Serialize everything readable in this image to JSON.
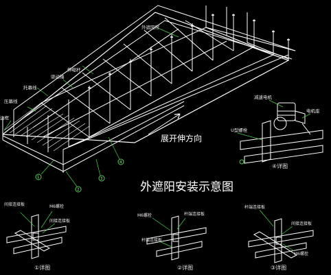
{
  "title": "外遮阳安装示意图",
  "direction_label": "展开伸方向",
  "main_frame_labels": {
    "top": "外遮阳帘",
    "a": "伸缩杆",
    "b": "驱动轴",
    "c": "托幕线",
    "d": "压幕线",
    "e": "边框"
  },
  "callout_numbers": [
    "1",
    "2",
    "3",
    "4"
  ],
  "detail_motor": {
    "label_gear": "减速电机",
    "label_motor": "电机座",
    "label_bolt": "U型螺栓",
    "caption": "④详图"
  },
  "detail_1": {
    "label_a": "间接连接板",
    "label_b": "M6螺栓",
    "label_c": "间接连接板",
    "caption": "①详图"
  },
  "detail_2": {
    "label_a": "M6螺栓",
    "label_b": "杆端连接板",
    "label_c": "杆端连接板",
    "caption": "②详图"
  },
  "detail_3": {
    "label_a": "杆端连接板",
    "label_b": "间接连接板",
    "label_c": "M6螺栓",
    "caption": "③详图"
  },
  "colors": {
    "background": "#000000",
    "frame": "#ffffff",
    "leader": "#4ad24a",
    "accent": "#ffffff"
  }
}
